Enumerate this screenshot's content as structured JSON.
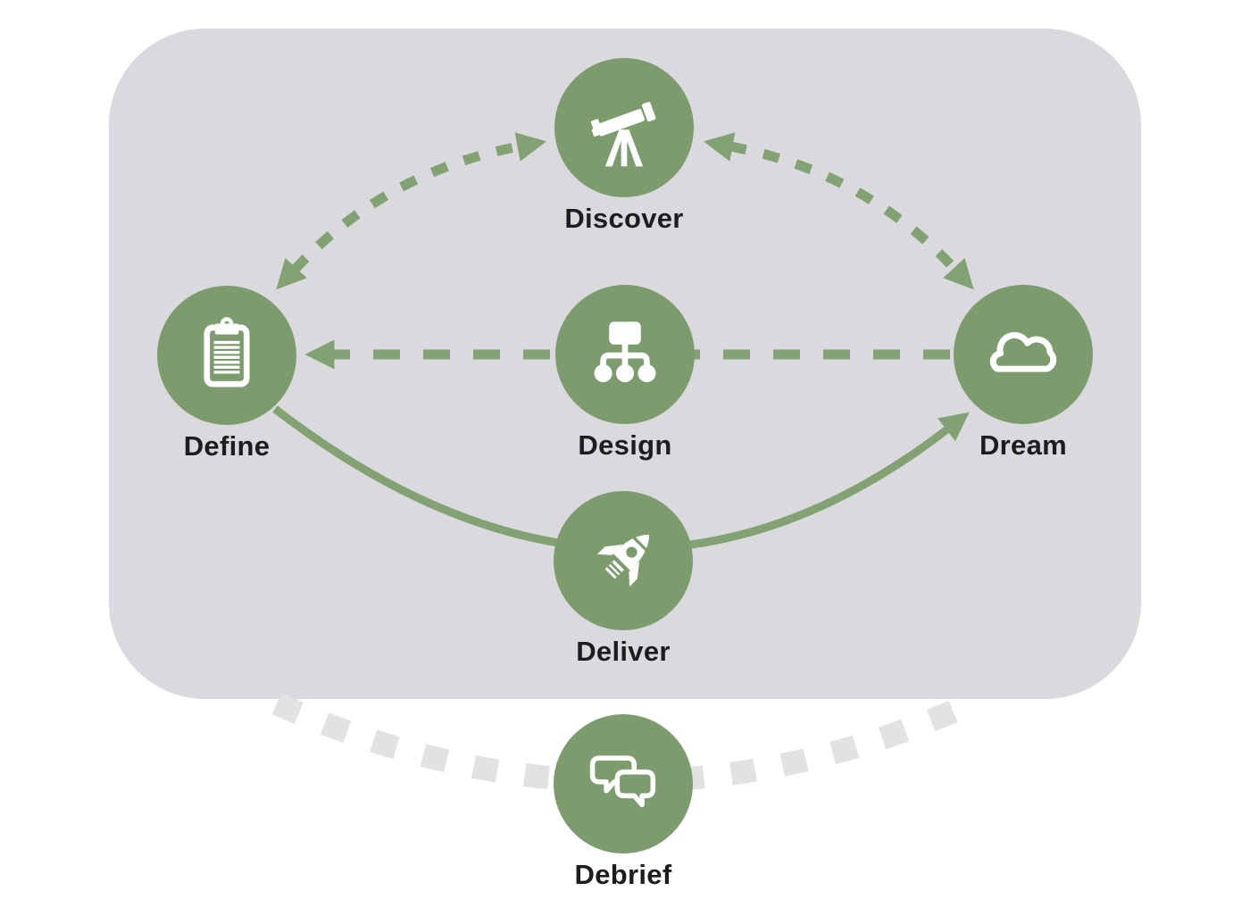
{
  "diagram": {
    "name": "five-d-process-cycle",
    "description": "Circular process diagram with six stages connected by dashed and solid arrows"
  },
  "nodes": [
    {
      "id": "discover",
      "label": "Discover",
      "icon": "telescope-icon"
    },
    {
      "id": "define",
      "label": "Define",
      "icon": "clipboard-icon"
    },
    {
      "id": "design",
      "label": "Design",
      "icon": "sitemap-icon"
    },
    {
      "id": "dream",
      "label": "Dream",
      "icon": "cloud-icon"
    },
    {
      "id": "deliver",
      "label": "Deliver",
      "icon": "rocket-icon"
    },
    {
      "id": "debrief",
      "label": "Debrief",
      "icon": "chat-bubbles-icon"
    }
  ],
  "connections": [
    {
      "between": [
        "Define",
        "Discover"
      ],
      "style": "dashed",
      "color": "green",
      "arrowheads": "both-ends"
    },
    {
      "between": [
        "Discover",
        "Dream"
      ],
      "style": "dashed",
      "color": "green",
      "arrowheads": "both-ends"
    },
    {
      "from": "Design",
      "to": "Define",
      "style": "dashed",
      "color": "green",
      "arrowheads": "at-define"
    },
    {
      "between": [
        "Design",
        "Dream"
      ],
      "style": "dashed",
      "color": "green",
      "arrowheads": "none"
    },
    {
      "from": "Define",
      "to": "Dream",
      "through": "Deliver",
      "style": "solid",
      "color": "green",
      "arrowheads": "at-dream"
    },
    {
      "between": [
        "panel-bottom-left",
        "panel-bottom-right"
      ],
      "through": "Debrief",
      "style": "thick-dotted",
      "color": "gray",
      "arrowheads": "none"
    }
  ],
  "colors": {
    "circle_green": "#7d9c6e",
    "arrow_green": "#83a274",
    "panel_gray": "#dad9dd",
    "arc_gray": "#e2e1e4",
    "label_black": "#1d1d1f",
    "icon_white": "#ffffff",
    "background": "#ffffff"
  }
}
